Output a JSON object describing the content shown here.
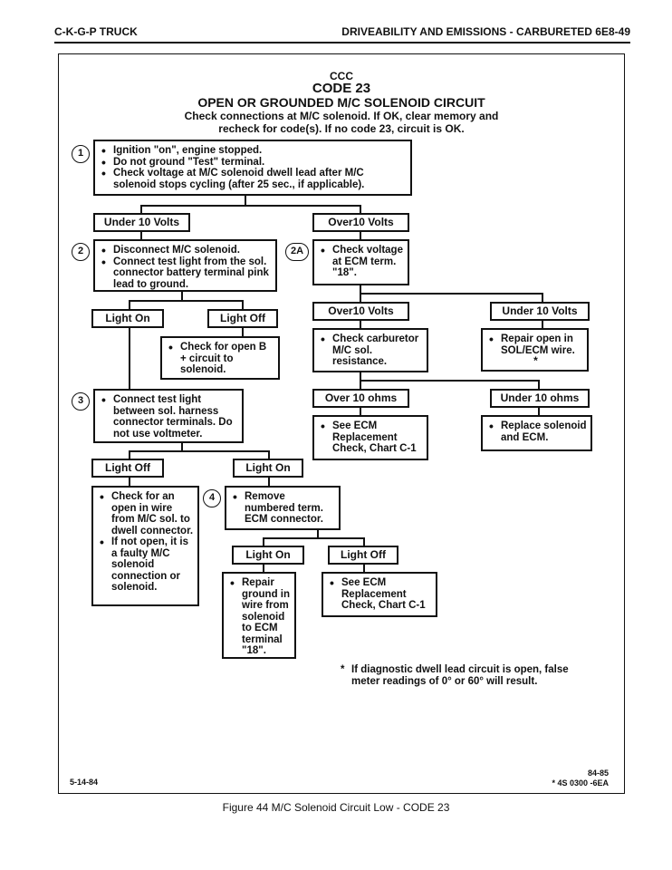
{
  "page_header": {
    "left": "C-K-G-P TRUCK",
    "right": "DRIVEABILITY AND EMISSIONS - CARBURETED  6E8-49"
  },
  "chart": {
    "line1": "CCC",
    "line2": "CODE 23",
    "line3": "OPEN OR GROUNDED M/C SOLENOID CIRCUIT",
    "instruction_1": "Check connections at M/C solenoid.  If OK, clear memory and",
    "instruction_2": "recheck for code(s).  If no code 23, circuit is OK."
  },
  "steps": {
    "step1": {
      "number": "1",
      "items": [
        "Ignition \"on\", engine stopped.",
        "Do not ground \"Test\" terminal.",
        "Check voltage at M/C solenoid dwell lead after M/C solenoid stops cycling (after 25 sec., if applicable)."
      ]
    },
    "step2": {
      "number": "2",
      "items": [
        "Disconnect M/C solenoid.",
        "Connect test light from the sol. connector battery terminal pink lead to ground."
      ]
    },
    "step2a": {
      "number": "2A",
      "items": [
        "Check voltage at ECM term. \"18\"."
      ]
    },
    "step3": {
      "number": "3",
      "items": [
        "Connect test light between sol. harness connector terminals.  Do not use voltmeter."
      ]
    },
    "step4": {
      "number": "4",
      "items": [
        "Remove numbered term. ECM connector."
      ]
    }
  },
  "labels": {
    "under10v_a": "Under 10 Volts",
    "over10v_a": "Over10 Volts",
    "light_on_a": "Light On",
    "light_off_a": "Light Off",
    "over10v_b": "Over10 Volts",
    "under10v_b": "Under 10 Volts",
    "over10ohms": "Over 10 ohms",
    "under10ohms": "Under 10 ohms",
    "light_off_b": "Light Off",
    "light_on_b": "Light On",
    "light_on_c": "Light On",
    "light_off_c": "Light Off"
  },
  "results": {
    "check_b_plus": [
      "Check for open B + circuit to solenoid."
    ],
    "check_carb": [
      "Check carburetor M/C sol. resistance."
    ],
    "repair_sol_ecm": [
      "Repair open in SOL/ECM wire."
    ],
    "repair_sol_ecm_mark": "*",
    "see_ecm_1": [
      "See ECM Replacement Check, Chart C-1"
    ],
    "replace_sol_ecm": [
      "Replace solenoid and ECM."
    ],
    "check_open_wire": [
      "Check for an open in wire from M/C sol. to dwell connector.",
      "If not open, it is a faulty M/C solenoid connection or solenoid."
    ],
    "repair_ground": [
      "Repair ground in wire from solenoid to ECM terminal \"18\"."
    ],
    "see_ecm_2": [
      "See ECM Replacement Check, Chart C-1"
    ]
  },
  "footnote": {
    "star": "*",
    "text": "If diagnostic dwell lead circuit is open, false meter readings of 0° or 60° will result."
  },
  "footer": {
    "left_date": "5-14-84",
    "right_line1": "84-85",
    "right_line2": "* 4S 0300 -6EA"
  },
  "figure_caption": "Figure 44 M/C Solenoid Circuit Low - CODE 23"
}
